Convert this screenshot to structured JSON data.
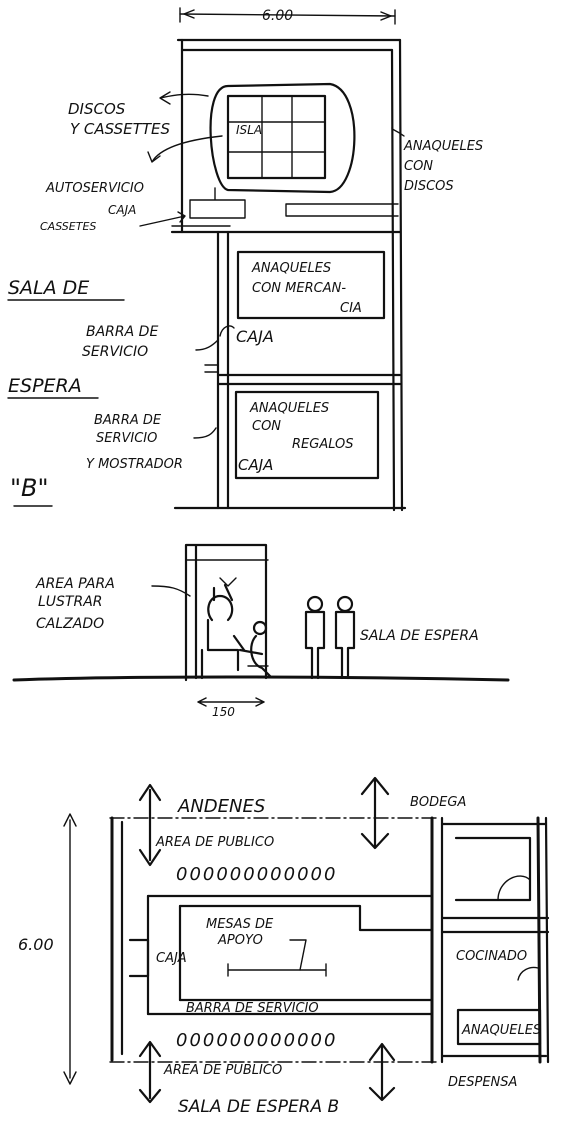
{
  "plan_top": {
    "dimension": "6.00",
    "discos": [
      "DISCOS",
      "Y CASSETTES"
    ],
    "isla": "ISLA",
    "autoservicio": "AUTOSERVICIO",
    "caja": "CAJA",
    "cassetes": "CASSETES",
    "anaqueles_discos": [
      "ANAQUELES",
      "CON",
      "DISCOS"
    ],
    "sala_de": "SALA DE",
    "anaqueles_mercancia": [
      "ANAQUELES",
      "CON MERCAN-",
      "CIA"
    ],
    "barra_servicio": [
      "BARRA DE",
      "SERVICIO"
    ],
    "caja2": "CAJA",
    "espera": "ESPERA",
    "anaqueles_regalos": [
      "ANAQUELES",
      "CON",
      "REGALOS"
    ],
    "barra_mostrador": [
      "BARRA DE",
      "SERVICIO",
      "Y MOSTRADOR"
    ],
    "caja3": "CAJA",
    "label_b": "\"B\""
  },
  "section": {
    "area_para": [
      "AREA PARA",
      "LUSTRAR",
      "CALZADO"
    ],
    "sala_espera": "SALA DE ESPERA",
    "dimension": "150"
  },
  "plan_bottom": {
    "andenes": "ANDENES",
    "bodega": "BODEGA",
    "area_publico_top": "AREA DE PUBLICO",
    "seats_row": "000000000000",
    "mesas": [
      "MESAS DE",
      "APOYO"
    ],
    "caja": "CAJA",
    "cocinado": "COCINADO",
    "barra": "BARRA DE SERVICIO",
    "anaqueles": "ANAQUELES",
    "area_publico_bottom": "AREA DE PUBLICO",
    "despensa": "DESPENSA",
    "dimension": "6.00",
    "sala_espera_b": "SALA DE ESPERA B"
  }
}
